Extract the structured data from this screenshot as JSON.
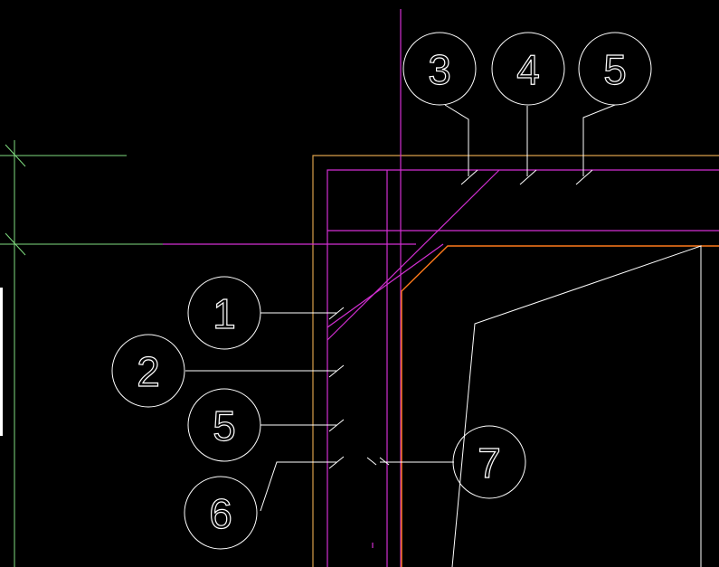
{
  "colors": {
    "background": "#000000",
    "leader": "#ffffff",
    "magenta_layer": "#d22fd2",
    "orange_outer_layer": "#d9a04a",
    "orange_inner_layer": "#ff7a1a",
    "grid_green": "#7fdc7f"
  },
  "balloons": [
    {
      "id": "balloon-3",
      "label": "3"
    },
    {
      "id": "balloon-4",
      "label": "4"
    },
    {
      "id": "balloon-5-top",
      "label": "5"
    },
    {
      "id": "balloon-1",
      "label": "1"
    },
    {
      "id": "balloon-2",
      "label": "2"
    },
    {
      "id": "balloon-5-left",
      "label": "5"
    },
    {
      "id": "balloon-6",
      "label": "6"
    },
    {
      "id": "balloon-7",
      "label": "7"
    }
  ]
}
